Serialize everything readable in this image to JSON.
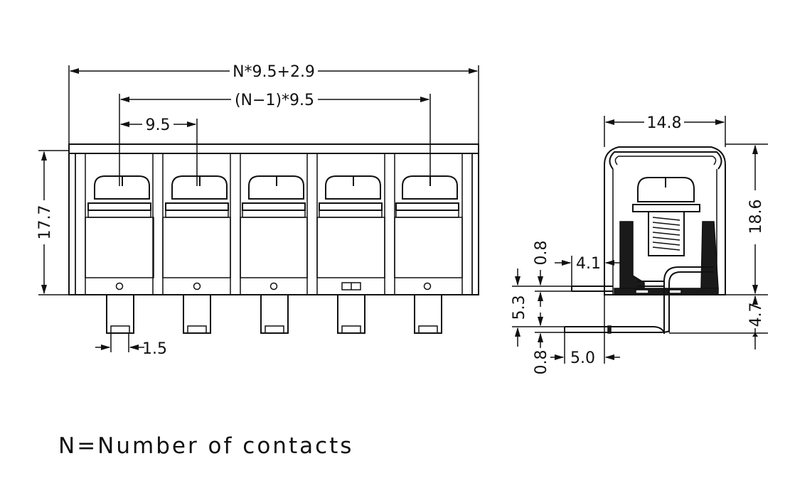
{
  "labels": {
    "overall_width": "N*9.5+2.9",
    "end_pitch": "(N−1)*9.5",
    "pitch": "9.5",
    "height_front": "17.7",
    "pin_width": "1.5",
    "side_width": "14.8",
    "height_side": "18.6",
    "pin_length": "4.7",
    "top_lead_thickness": "0.8",
    "top_lead_length": "4.1",
    "lead_spacing": "5.3",
    "bottom_lead_thickness": "0.8",
    "bottom_lead_length": "5.0"
  },
  "note": "N=Number of contacts",
  "colors": {
    "line": "#111111",
    "background": "#ffffff"
  }
}
